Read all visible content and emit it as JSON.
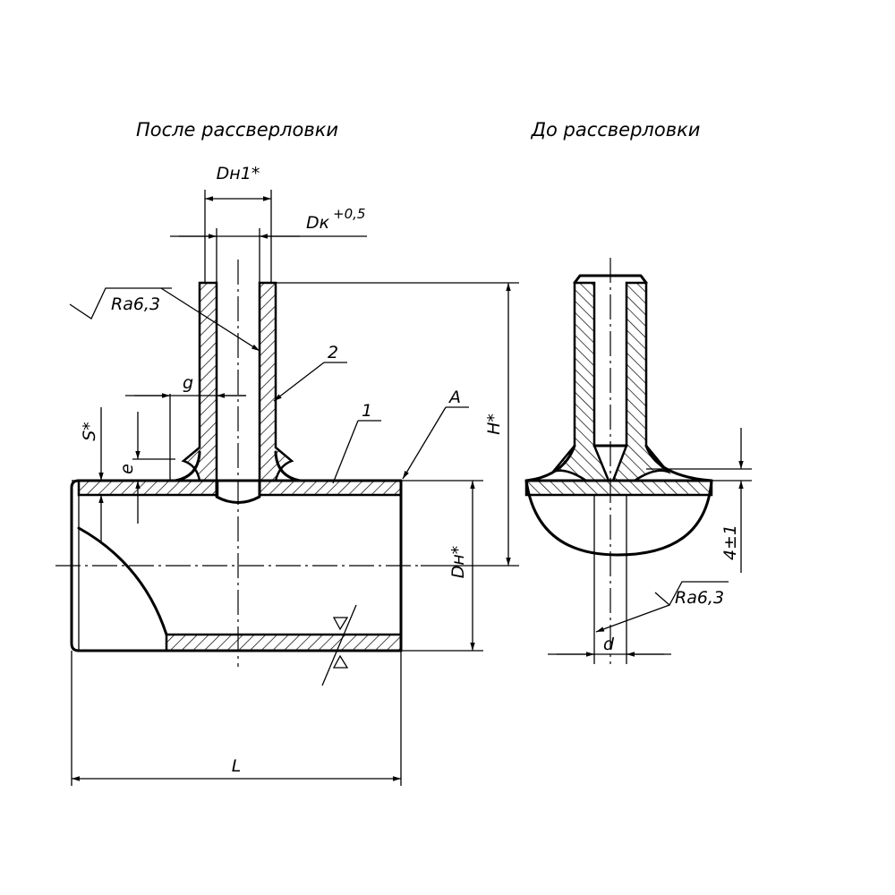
{
  "views": {
    "after_title": "После рассверловки",
    "before_title": "До рассверловки"
  },
  "dimensions": {
    "dn1": "Dн1*",
    "dk": "Dк",
    "dk_tol": "+0,5",
    "g": "g",
    "s": "S*",
    "e": "e",
    "h": "H*",
    "dn": "Dн*",
    "l": "L",
    "d": "d",
    "height_4": "4±1"
  },
  "roughness": {
    "left": "Ra6,3",
    "right": "Ra6,3"
  },
  "callouts": {
    "part1": "1",
    "part2": "2",
    "detail_a": "A"
  }
}
